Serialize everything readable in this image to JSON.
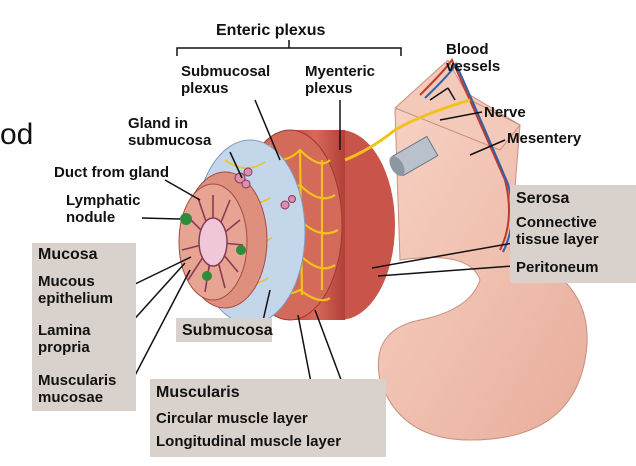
{
  "labels": {
    "enteric_plexus": "Enteric plexus",
    "submucosal_plexus": "Submucosal\nplexus",
    "myenteric_plexus": "Myenteric\nplexus",
    "blood_vessels": "Blood\nvessels",
    "nerve": "Nerve",
    "mesentery": "Mesentery",
    "gland_in_submucosa": "Gland in\nsubmucosa",
    "duct_from_gland": "Duct from gland",
    "lymphatic_nodule": "Lymphatic\nnodule",
    "serosa": "Serosa",
    "connective_tissue": "Connective\ntissue layer",
    "peritoneum": "Peritoneum",
    "mucosa": "Mucosa",
    "mucous_epithelium": "Mucous\nepithelium",
    "lamina_propria": "Lamina\npropria",
    "muscularis_mucosae": "Muscularis\nmucosae",
    "submucosa": "Submucosa",
    "muscularis": "Muscularis",
    "circular_muscle": "Circular muscle layer",
    "longitudinal_muscle": "Longitudinal muscle layer",
    "cut_text": "od"
  },
  "colors": {
    "box": "#d9d2cc",
    "mesentery": "#f2c4b4",
    "longitudinal_muscle": "#c9554a",
    "circular_muscle": "#d96b58",
    "submucosa": "#b8cfe6",
    "mucosa": "#e39a8a",
    "lumen": "#f0c7d8",
    "plexus": "#f2c21b",
    "nodule": "#2e8b3a",
    "lines": "#111111"
  }
}
